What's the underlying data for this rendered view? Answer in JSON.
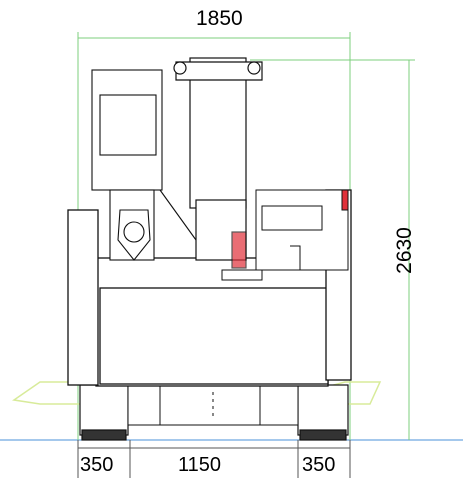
{
  "dimensions": {
    "overall_width": "1850",
    "overall_height": "2630",
    "left_track_width": "350",
    "track_gauge": "1150",
    "right_track_width": "350"
  },
  "colors": {
    "dimension_line": "#7ccf7c",
    "outrigger_pad": "#d8eb9a",
    "ground_line": "#4a90d9",
    "warning_stripe": "#e0303a",
    "machine_line": "#111111"
  }
}
